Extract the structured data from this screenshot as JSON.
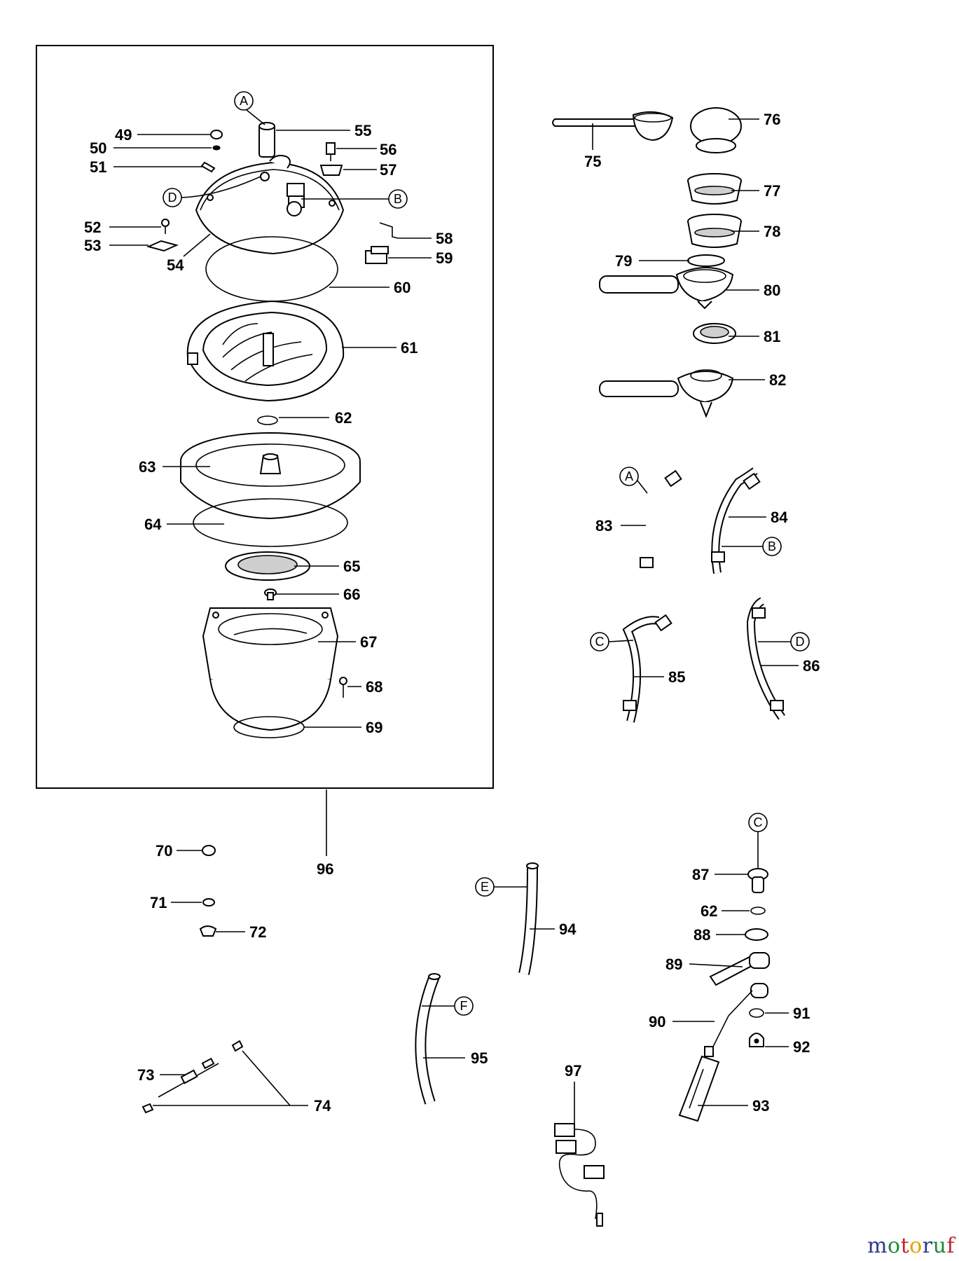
{
  "diagram": {
    "part_numbers": [
      "49",
      "50",
      "51",
      "52",
      "53",
      "54",
      "55",
      "56",
      "57",
      "58",
      "59",
      "60",
      "61",
      "62",
      "63",
      "64",
      "65",
      "66",
      "67",
      "68",
      "69",
      "70",
      "71",
      "72",
      "73",
      "74",
      "75",
      "76",
      "77",
      "78",
      "79",
      "80",
      "81",
      "82",
      "83",
      "84",
      "85",
      "86",
      "87",
      "62",
      "88",
      "89",
      "90",
      "91",
      "92",
      "93",
      "94",
      "95",
      "96",
      "97"
    ],
    "callouts": [
      "A",
      "D",
      "B",
      "A",
      "B",
      "C",
      "D",
      "C",
      "E",
      "F"
    ]
  },
  "watermark": {
    "letters": [
      "m",
      "o",
      "t",
      "o",
      "r",
      "u",
      "f"
    ],
    "colors": [
      "#2b3a8c",
      "#1f8a3a",
      "#c0262d",
      "#e2a400",
      "#2b3a8c",
      "#1f8a3a",
      "#c0262d"
    ]
  }
}
